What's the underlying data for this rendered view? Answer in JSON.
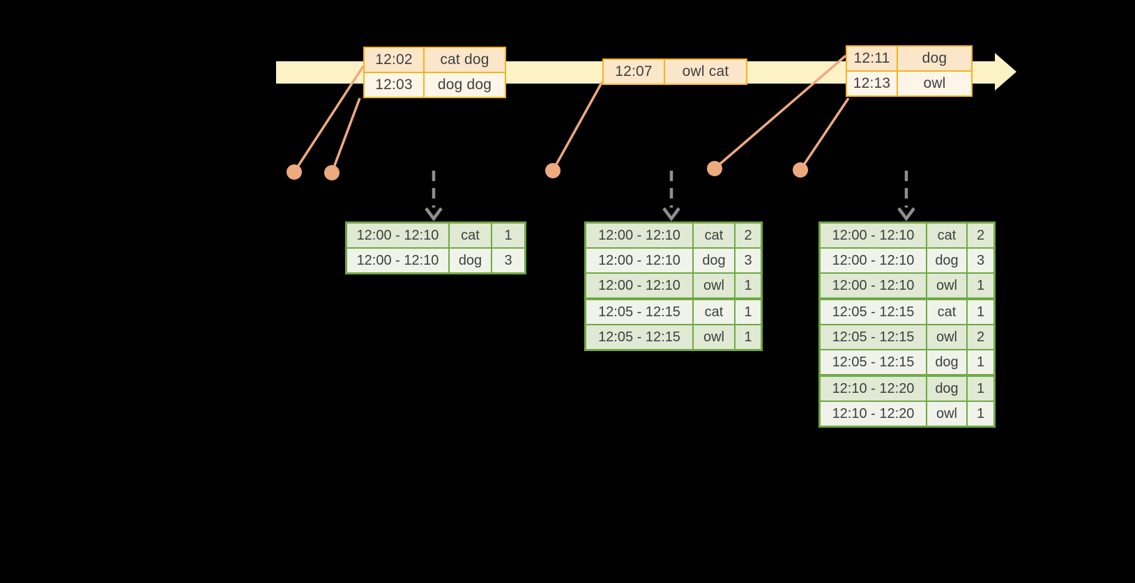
{
  "event_stream_tables": [
    {
      "rows": [
        {
          "time": "12:02",
          "words": "cat dog"
        },
        {
          "time": "12:03",
          "words": "dog dog"
        }
      ]
    },
    {
      "rows": [
        {
          "time": "12:07",
          "words": "owl cat"
        }
      ]
    },
    {
      "rows": [
        {
          "time": "12:11",
          "words": "dog"
        },
        {
          "time": "12:13",
          "words": "owl"
        }
      ]
    }
  ],
  "result_tables": [
    {
      "rows": [
        {
          "window": "12:00 - 12:10",
          "word": "cat",
          "count": "1"
        },
        {
          "window": "12:00 - 12:10",
          "word": "dog",
          "count": "3"
        }
      ]
    },
    {
      "rows": [
        {
          "window": "12:00 - 12:10",
          "word": "cat",
          "count": "2"
        },
        {
          "window": "12:00 - 12:10",
          "word": "dog",
          "count": "3"
        },
        {
          "window": "12:00 - 12:10",
          "word": "owl",
          "count": "1"
        },
        {
          "window": "12:05 - 12:15",
          "word": "cat",
          "count": "1"
        },
        {
          "window": "12:05 - 12:15",
          "word": "owl",
          "count": "1"
        }
      ]
    },
    {
      "rows": [
        {
          "window": "12:00 - 12:10",
          "word": "cat",
          "count": "2"
        },
        {
          "window": "12:00 - 12:10",
          "word": "dog",
          "count": "3"
        },
        {
          "window": "12:00 - 12:10",
          "word": "owl",
          "count": "1"
        },
        {
          "window": "12:05 - 12:15",
          "word": "cat",
          "count": "1"
        },
        {
          "window": "12:05 - 12:15",
          "word": "owl",
          "count": "2"
        },
        {
          "window": "12:05 - 12:15",
          "word": "dog",
          "count": "1"
        },
        {
          "window": "12:10 - 12:20",
          "word": "dog",
          "count": "1"
        },
        {
          "window": "12:10 - 12:20",
          "word": "owl",
          "count": "1"
        }
      ]
    }
  ],
  "colors": {
    "background": "#000000",
    "timeline_fill": "#fdf2c6",
    "event_table_border": "#f3b41f",
    "event_row_dark": "#fbe6ca",
    "event_row_light": "#fdf5e8",
    "connector_salmon": "#edaa7f",
    "trigger_arrow_gray": "#8f8f8f",
    "result_table_border": "#70a944",
    "result_row_dark": "#dfe9d3",
    "result_row_light": "#eff3ea",
    "text": "#3f3f3f"
  }
}
